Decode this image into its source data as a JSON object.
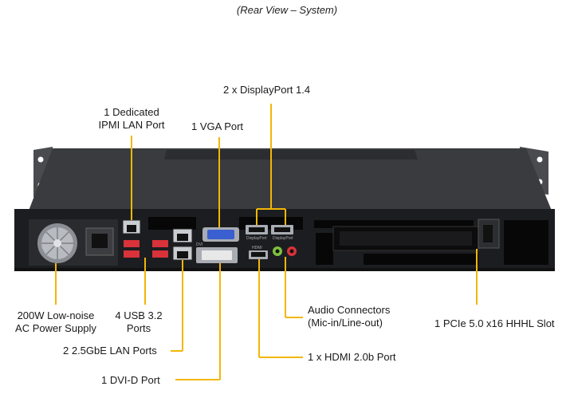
{
  "caption": "(Rear View – System)",
  "labels": {
    "dp": "2 x DisplayPort 1.4",
    "ipmi_line1": "1 Dedicated",
    "ipmi_line2": "IPMI LAN Port",
    "vga": "1 VGA Port",
    "psu_line1": "200W Low-noise",
    "psu_line2": "AC Power Supply",
    "usb_line1": "4 USB 3.2",
    "usb_line2": "Ports",
    "lan": "2 2.5GbE LAN Ports",
    "dvi": "1 DVI-D Port",
    "audio_line1": "Audio Connectors",
    "audio_line2": "(Mic-in/Line-out)",
    "hdmi": "1 x HDMI 2.0b Port",
    "pcie": "1 PCIe 5.0 x16 HHHL Slot"
  },
  "panel_text": {
    "dvi": "DVI",
    "hdmi": "HDMI",
    "dp1": "DisplayPort",
    "dp2": "DisplayPort"
  },
  "colors": {
    "leader": "#f2b705",
    "chassis_top": "#3a3b3e",
    "chassis_face": "#1c1d20",
    "vga_port": "#3a5fd0",
    "usb_port": "#d8323a",
    "audio_mic": "#7fc241",
    "audio_out": "#d8323a"
  }
}
